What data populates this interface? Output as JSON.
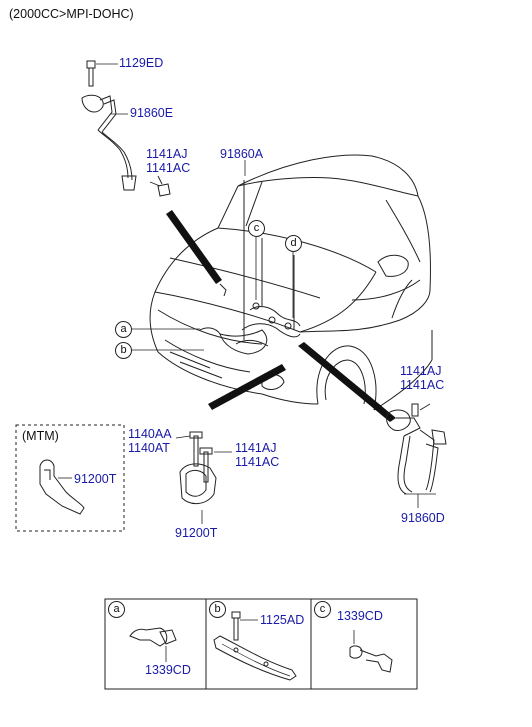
{
  "header": {
    "spec": "(2000CC>MPI-DOHC)"
  },
  "parts": {
    "bolt_1129ED": "1129ED",
    "cable_91860E": "91860E",
    "bolt_1141AJ_top": "1141AJ",
    "bolt_1141AC_top": "1141AC",
    "harness_91860A": "91860A",
    "bolt_1141AJ_right": "1141AJ",
    "bolt_1141AC_right": "1141AC",
    "cable_91860D": "91860D",
    "bolt_1140AA": "1140AA",
    "bolt_1140AT": "1140AT",
    "bolt_1141AJ_mid": "1141AJ",
    "bolt_1141AC_mid": "1141AC",
    "bracket_91200T": "91200T",
    "mtm_label": "(MTM)",
    "mtm_bracket_91200T": "91200T"
  },
  "callouts": {
    "a": "a",
    "b": "b",
    "c": "c",
    "d": "d"
  },
  "detail_boxes": [
    {
      "letter": "a",
      "part": "1339CD"
    },
    {
      "letter": "b",
      "part": "1125AD"
    },
    {
      "letter": "c",
      "part": "1339CD"
    }
  ]
}
